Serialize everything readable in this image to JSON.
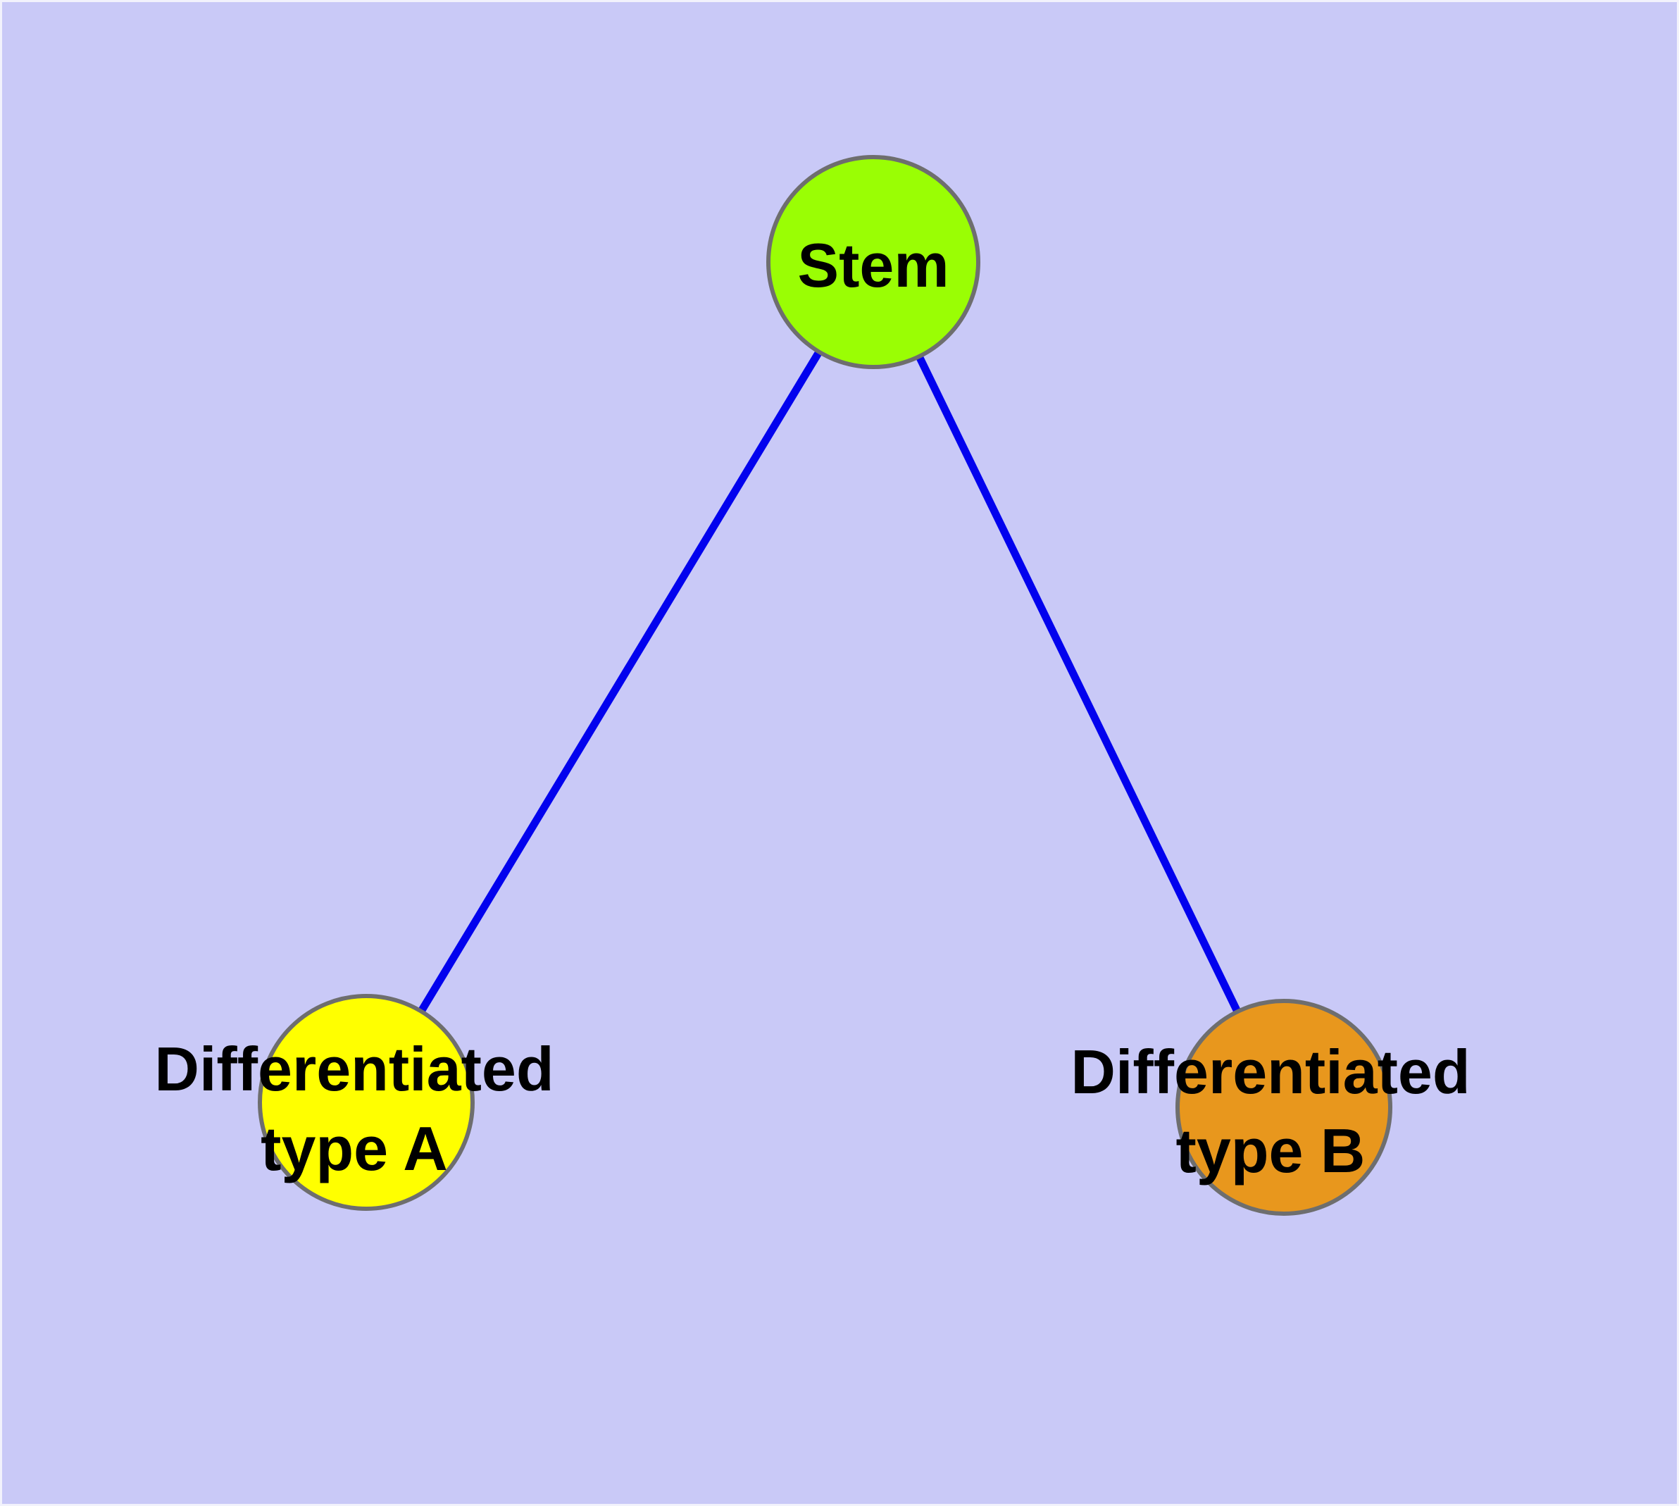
{
  "diagram": {
    "background_color": "#c9c9f7",
    "frame_highlight_color": "#f2f2fc",
    "edge_color": "#0202ee",
    "node_stroke_color": "#6e6e6e",
    "label_color": "#000000",
    "nodes": {
      "stem": {
        "label": "Stem",
        "fill": "#9afe04"
      },
      "type_a": {
        "label_line1": "Differentiated",
        "label_line2": "type A",
        "fill": "#ffff00"
      },
      "type_b": {
        "label_line1": "Differentiated",
        "label_line2": "type B",
        "fill": "#e8971d"
      }
    }
  }
}
